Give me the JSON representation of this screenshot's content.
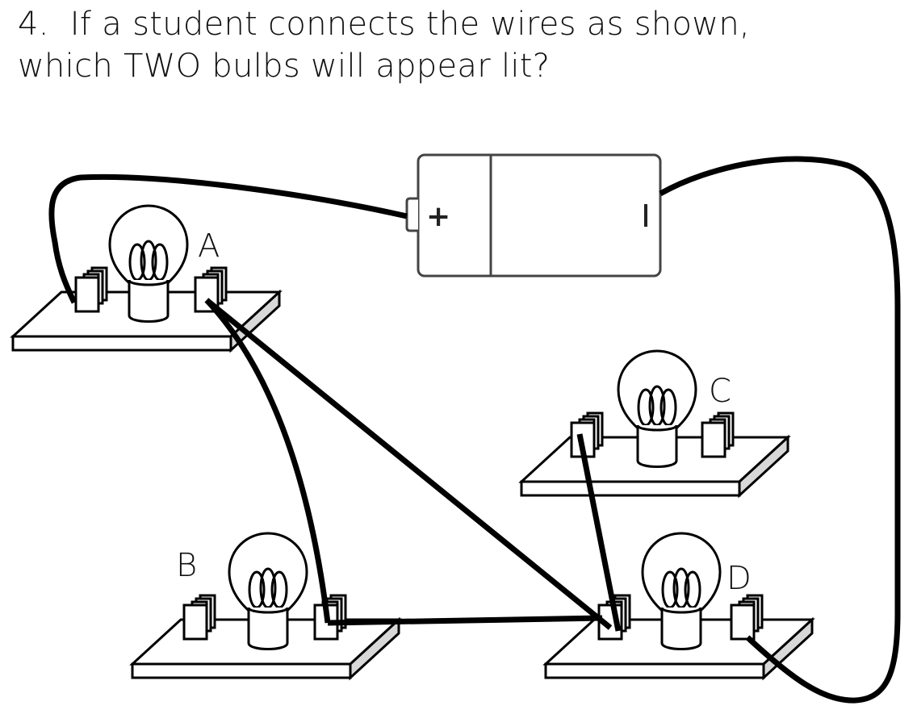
{
  "question": {
    "number": "4.",
    "line1": "If a student connects the wires as shown,",
    "line2": "which TWO bulbs will appear lit?"
  },
  "battery": {
    "positive_symbol": "+",
    "negative_symbol": "|",
    "positive_terminal": "left",
    "negative_terminal": "right"
  },
  "bulbs": [
    {
      "id": "A",
      "label": "A"
    },
    {
      "id": "B",
      "label": "B"
    },
    {
      "id": "C",
      "label": "C"
    },
    {
      "id": "D",
      "label": "D"
    }
  ],
  "wires": [
    {
      "from": "battery-positive",
      "to": "A-left-terminal"
    },
    {
      "from": "A-right-terminal",
      "to": "B-right-terminal"
    },
    {
      "from": "A-right-terminal",
      "to": "D-left-terminal"
    },
    {
      "from": "B-right-terminal",
      "to": "D-left-terminal"
    },
    {
      "from": "C-left-terminal",
      "to": "D-left-terminal"
    },
    {
      "from": "D-right-terminal",
      "to": "battery-negative"
    }
  ],
  "colors": {
    "ink": "#000000",
    "board_edge": "#d8d8d8",
    "background": "#ffffff"
  }
}
